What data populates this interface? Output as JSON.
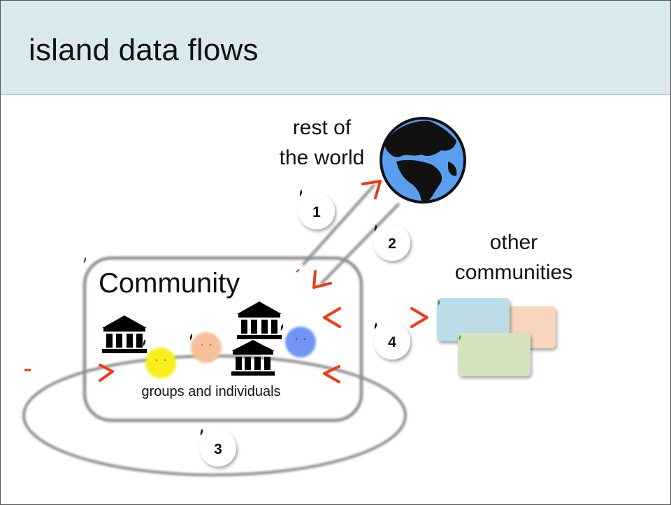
{
  "slide": {
    "title": "island data flows"
  },
  "labels": {
    "rest_of_world_line1": "rest of",
    "rest_of_world_line2": "the world",
    "other_communities_line1": "other",
    "other_communities_line2": "communities",
    "community": "Community",
    "groups": "groups and individuals"
  },
  "flows": [
    {
      "number": "1"
    },
    {
      "number": "2"
    },
    {
      "number": "3"
    },
    {
      "number": "4"
    }
  ],
  "colors": {
    "title_background": "#dae9ef",
    "arrowhead": "#f03a12",
    "ocean": "#5a9ef0",
    "yellow_face": "#f7f01e",
    "peach_face": "#f5c09a",
    "blue_face": "#6f95f5",
    "card_blue": "#bcdde8",
    "card_peach": "#f8d5bd",
    "card_green": "#d5e3bf"
  }
}
